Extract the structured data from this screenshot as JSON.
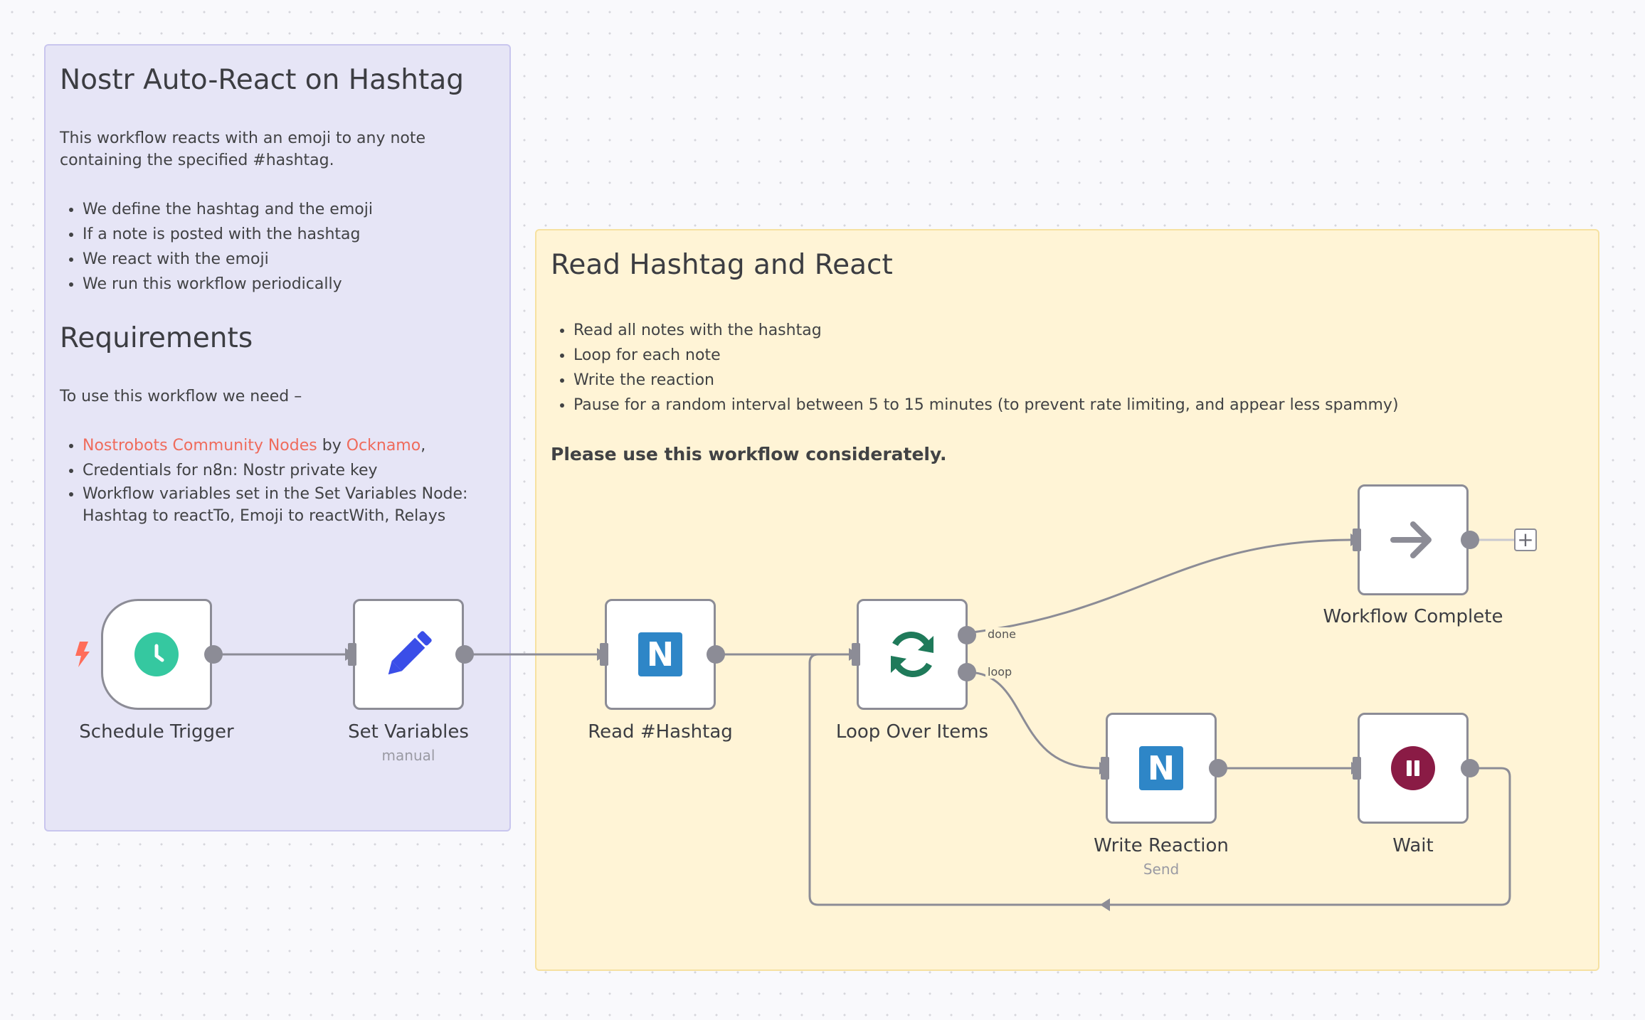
{
  "sticky_intro": {
    "title": "Nostr Auto-React on Hashtag",
    "description": "This workflow reacts with an emoji to any note containing the specified #hashtag.",
    "bullets": [
      "We define the hashtag and the emoji",
      "If a note is posted with the hashtag",
      "We react with the emoji",
      "We run this workflow periodically"
    ],
    "requirements_title": "Requirements",
    "requirements_intro": "To use this workflow we need –",
    "req_link_text": "Nostrobots Community Nodes",
    "req_by": " by ",
    "req_author": "Ocknamo",
    "req_comma": ",",
    "req_items": [
      "Credentials for n8n: Nostr private key",
      "Workflow variables set in the Set Variables Node: Hashtag to reactTo, Emoji to reactWith, Relays"
    ]
  },
  "sticky_main": {
    "title": "Read Hashtag and React",
    "bullets": [
      "Read all notes with the hashtag",
      "Loop for each note",
      "Write the reaction",
      "Pause for a random interval between 5 to 15 minutes (to prevent rate limiting, and appear less spammy)"
    ],
    "note": "Please use this workflow considerately."
  },
  "nodes": {
    "schedule_trigger": {
      "label": "Schedule Trigger",
      "icon": "clock-icon",
      "color": "#35c8a0"
    },
    "set_variables": {
      "label": "Set Variables",
      "subtitle": "manual",
      "icon": "pencil-icon",
      "color": "#3a4ee8"
    },
    "read_hashtag": {
      "label": "Read #Hashtag",
      "icon": "nostr-icon",
      "color": "#2e86c7"
    },
    "loop_over_items": {
      "label": "Loop Over Items",
      "icon": "loop-icon",
      "color": "#1f7a5a",
      "outputs": [
        "done",
        "loop"
      ]
    },
    "write_reaction": {
      "label": "Write Reaction",
      "subtitle": "Send",
      "icon": "nostr-icon",
      "color": "#2e86c7"
    },
    "wait": {
      "label": "Wait",
      "icon": "pause-icon",
      "color": "#8a1b45"
    },
    "workflow_complete": {
      "label": "Workflow Complete",
      "icon": "arrow-right-icon",
      "color": "#8c8c96"
    }
  },
  "colors": {
    "trigger_bolt": "#ff6d5a",
    "connection": "#8c8c96"
  }
}
